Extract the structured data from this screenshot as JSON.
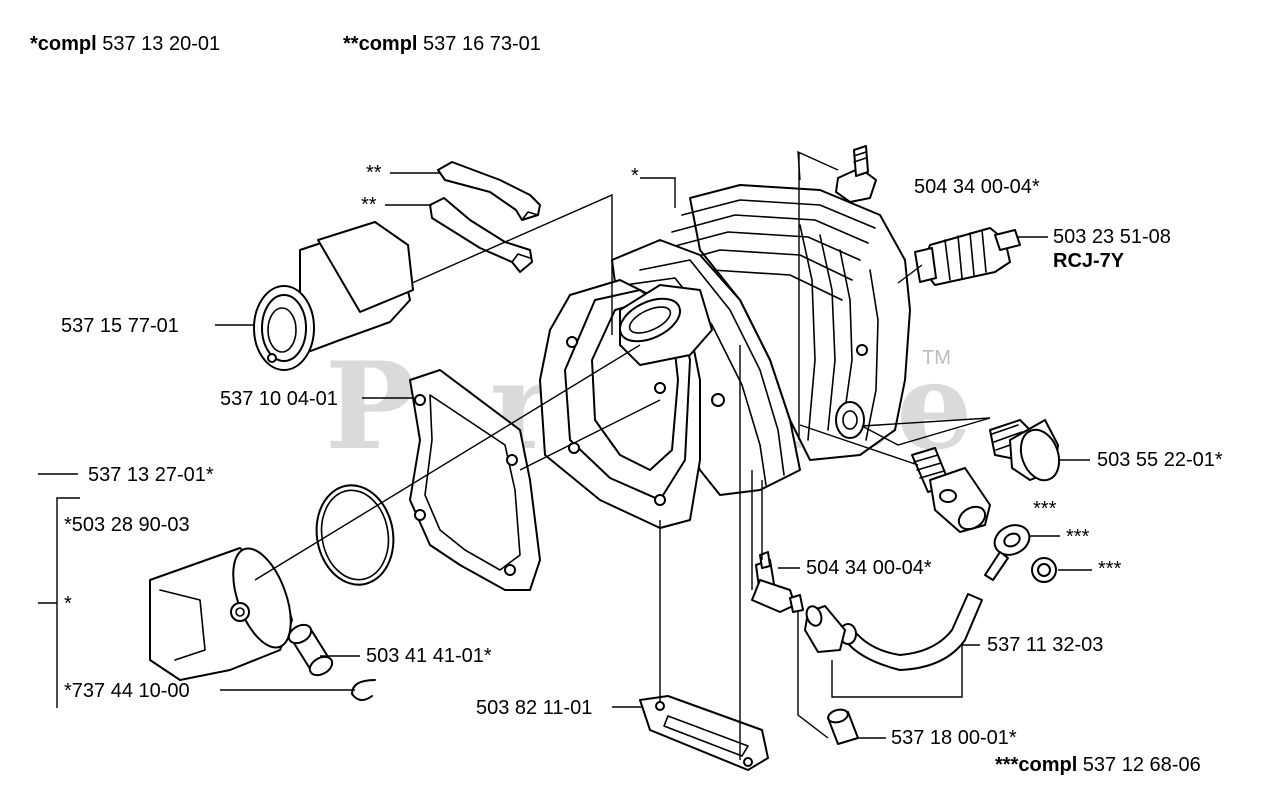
{
  "header": {
    "compl1_prefix": "*compl",
    "compl1_number": " 537 13 20-01",
    "compl2_prefix": "**compl",
    "compl2_number": " 537 16 73-01",
    "compl3_prefix": "***compl",
    "compl3_number": " 537 12 68-06"
  },
  "watermark": {
    "text": "PartsTree",
    "tm": "TM"
  },
  "labels": {
    "star2_a": "**",
    "star2_b": "**",
    "star1_top": "*",
    "p504_top": "504 34 00-04*",
    "p503_23": "503 23 51-08",
    "rcj": "RCJ-7Y",
    "p537_15": "537 15 77-01",
    "p537_10": "537 10 04-01",
    "p537_13": "537 13 27-01*",
    "p503_28": "*503 28 90-03",
    "star_left": "*",
    "p503_55": "503 55 22-01*",
    "star3_a": "***",
    "star3_b": "***",
    "star3_c": "***",
    "p504_mid": "504 34 00-04*",
    "p537_11": "537 11 32-03",
    "p503_41": "503 41 41-01*",
    "p737_44": "*737 44 10-00",
    "p503_82": "503 82 11-01",
    "p537_18": "537 18 00-01*"
  }
}
